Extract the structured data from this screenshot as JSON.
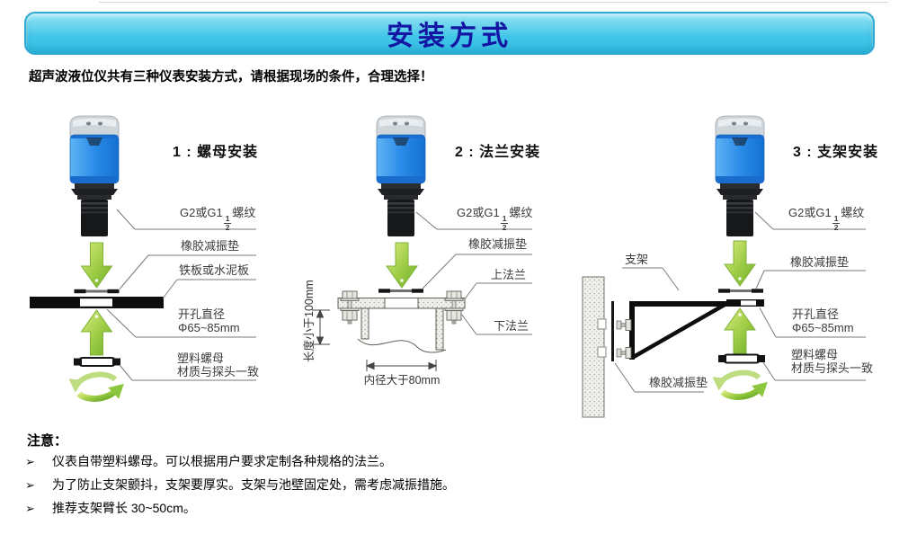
{
  "banner": {
    "title": "安装方式"
  },
  "intro": "超声波液位仪共有三种仪表安装方式，请根据现场的条件，合理选择！",
  "shared": {
    "thread": {
      "prefix": "G2或G1",
      "num": "1",
      "den": "2",
      "suffix": "螺纹"
    }
  },
  "d1": {
    "title": "1 : 螺母安装",
    "rubber": "橡胶减振垫",
    "plate": "铁板或水泥板",
    "hole1": "开孔直径",
    "hole2": "Φ65~85mm",
    "nut1": "塑料螺母",
    "nut2": "材质与探头一致"
  },
  "d2": {
    "title": "2 : 法兰安装",
    "rubber": "橡胶减振垫",
    "upper": "上法兰",
    "lower": "下法兰",
    "vdim": "长度小于100mm",
    "hdim": "内径大于80mm"
  },
  "d3": {
    "title": "3 : 支架安装",
    "bracket": "支架",
    "rubber": "橡胶减振垫",
    "hole1": "开孔直径",
    "hole2": "Φ65~85mm",
    "nut1": "塑料螺母",
    "nut2": "材质与探头一致",
    "rubber2": "橡胶减振垫"
  },
  "notes": {
    "heading": "注意：",
    "bullet": "➢",
    "items": [
      "仪表自带塑料螺母。可以根据用户要求定制各种规格的法兰。",
      "为了防止支架颤抖，支架要厚实。支架与池壁固定处，需考虑减振措施。",
      "推荐支架臂长 30~50cm。"
    ]
  },
  "colors": {
    "banner_top": "#8fe3f4",
    "banner_bottom": "#32bde3",
    "banner_border": "#2ea9d1",
    "title_text": "#1515a3",
    "arrow_green": "#8cc63f",
    "device_blue": "#2b8ce8",
    "plate_black": "#0d0d0d",
    "label_gray": "#3b3b3b"
  }
}
